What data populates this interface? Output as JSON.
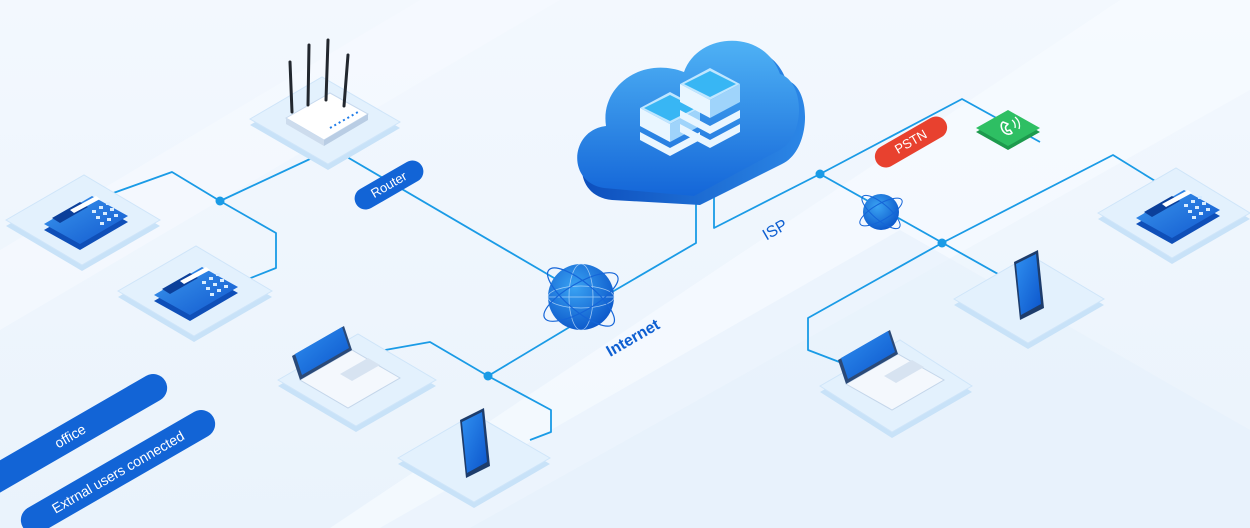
{
  "labels": {
    "router": "Router",
    "internet": "Internet",
    "isp": "ISP",
    "pstn": "PSTN",
    "office": "office",
    "external": "Extrnal users connected"
  },
  "colors": {
    "line": "#1a9be6",
    "accent_blue": "#0e5fd1",
    "pill_blue": "#1264d6",
    "pstn_red": "#e8412f",
    "phone_green": "#23b25a",
    "platform_top": "#e3f1fd",
    "platform_side": "#c8e2f8"
  },
  "icons": {
    "router": "wifi-router-icon",
    "globe": "globe-icon",
    "cloud": "cloud-server-icon",
    "desk_phone": "desk-phone-icon",
    "laptop": "laptop-icon",
    "mobile": "mobile-phone-icon",
    "pstn_phone": "phone-handset-icon"
  }
}
